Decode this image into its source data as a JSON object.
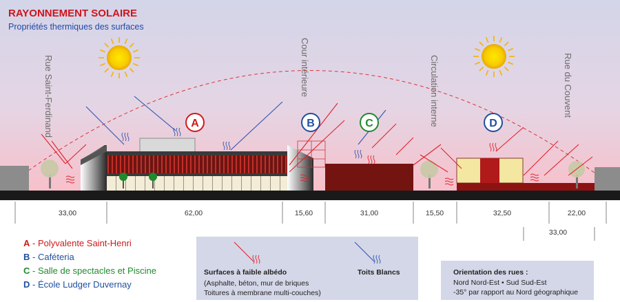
{
  "title": "RAYONNEMENT SOLAIRE",
  "subtitle": "Propriétés thermiques des surfaces",
  "streets": [
    {
      "label": "Rue Saint-Ferdinand"
    },
    {
      "label": "Cour intérieure"
    },
    {
      "label": "Circulation interne"
    },
    {
      "label": "Rue du Couvent"
    }
  ],
  "building_markers": [
    {
      "letter": "A",
      "color": "#cc1b1b"
    },
    {
      "letter": "B",
      "color": "#1f4f9e"
    },
    {
      "letter": "C",
      "color": "#1f8a2e"
    },
    {
      "letter": "D",
      "color": "#1f4f9e"
    }
  ],
  "dimensions": {
    "segments": [
      "33,00",
      "62,00",
      "15,60",
      "31,00",
      "15,50",
      "32,50",
      "22,00"
    ],
    "extra": "33,00"
  },
  "legend_buildings": [
    {
      "letter": "A",
      "sep": " - ",
      "name": "Polyvalente Saint-Henri",
      "color": "#cc1b1b"
    },
    {
      "letter": "B",
      "sep": " - ",
      "name": "Caféteria",
      "color": "#1f4f9e"
    },
    {
      "letter": "C",
      "sep": " - ",
      "name": "Salle de spectacles et Piscine",
      "color": "#1f8a2e"
    },
    {
      "letter": "D",
      "sep": " - ",
      "name": "École Ludger Duvernay",
      "color": "#1f4f9e"
    }
  ],
  "legend_surfaces": {
    "low_albedo_title": "Surfaces à faible albédo",
    "low_albedo_line1": "(Asphalte, béton, mur de briques",
    "low_albedo_line2": "Toitures à membrane multi-couches)",
    "white_roofs_title": "Toits Blancs"
  },
  "legend_orientation": {
    "title": "Orientation des rues :",
    "line1": "Nord Nord-Est • Sud Sud-Est",
    "line2": "-35° par rapport au Nord géographique"
  },
  "colors": {
    "red_ray": "#e0202a",
    "blue_ray": "#2c54b0",
    "sky_top": "#d4d6ea",
    "sky_bottom": "#f7c3cc",
    "sun": "#f5c400"
  }
}
